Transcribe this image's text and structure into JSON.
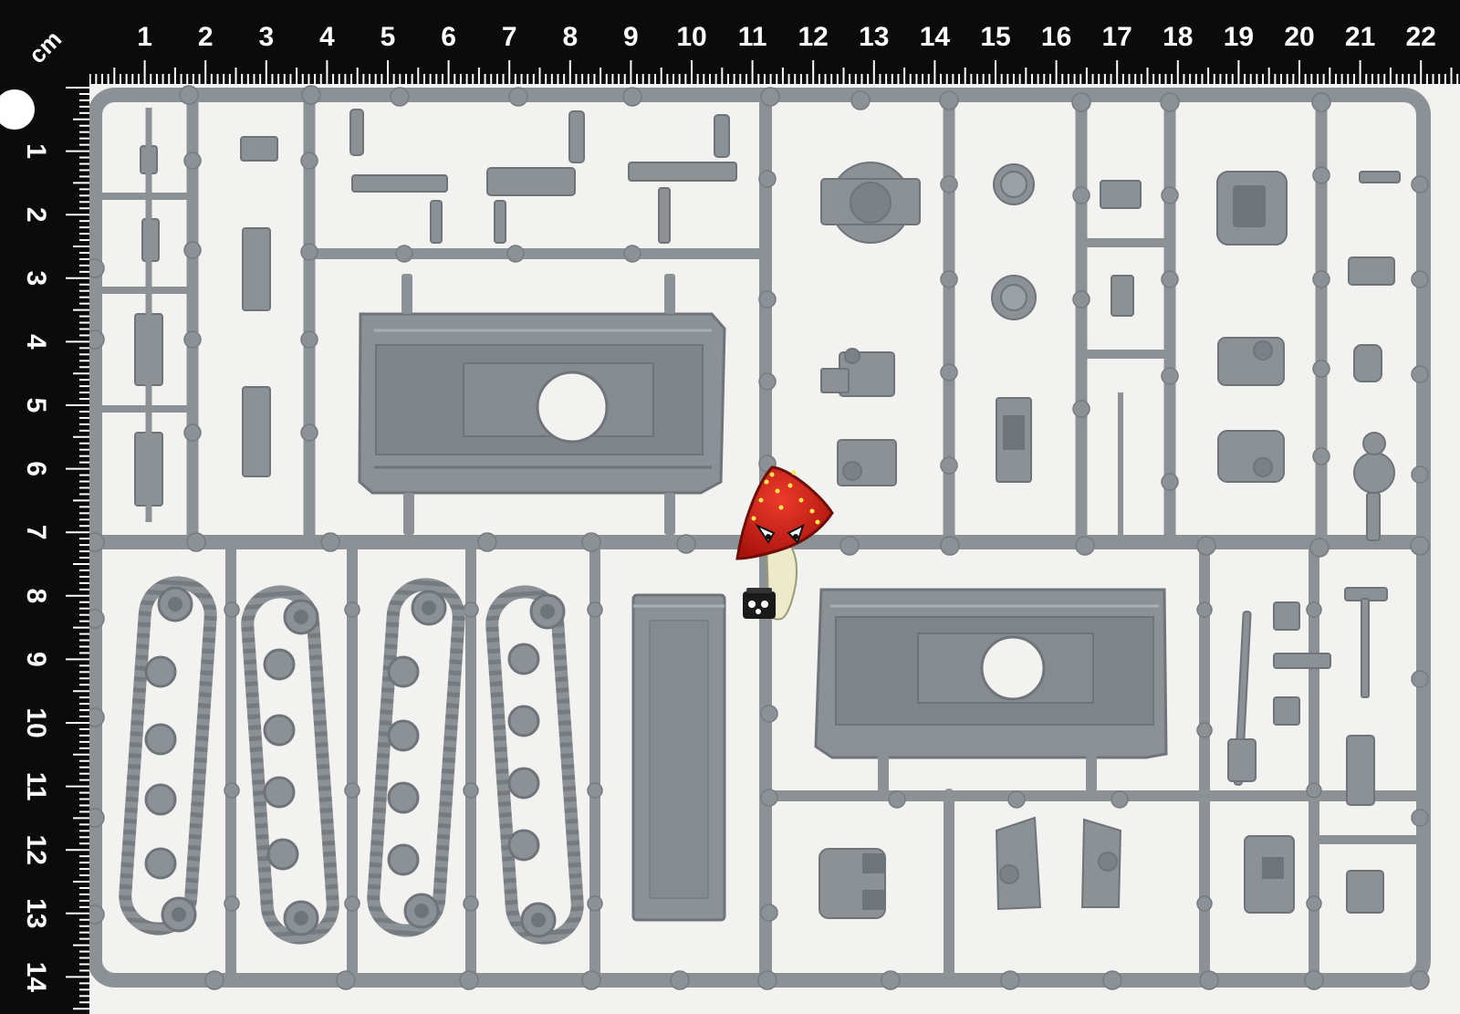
{
  "ruler": {
    "unit_label": "cm",
    "top_numbers": [
      "1",
      "2",
      "3",
      "4",
      "5",
      "6",
      "7",
      "8",
      "9",
      "10",
      "11",
      "12",
      "13",
      "14",
      "15",
      "16",
      "17",
      "18",
      "19",
      "20",
      "21",
      "22",
      "2"
    ],
    "left_numbers": [
      "1",
      "2",
      "3",
      "4",
      "5",
      "6",
      "7",
      "8",
      "9",
      "10",
      "11",
      "12",
      "13",
      "14"
    ]
  },
  "colors": {
    "ruler": "#0b0b0b",
    "background": "#f2f2f0",
    "plastic": "#8c9196",
    "plastic_dark": "#6f747a",
    "plastic_light": "#a9aeb3",
    "mascot_cap": "#d21f16",
    "mascot_stem": "#eceacb"
  },
  "icons": {
    "mascot": "mushroom-mascot-icon"
  }
}
